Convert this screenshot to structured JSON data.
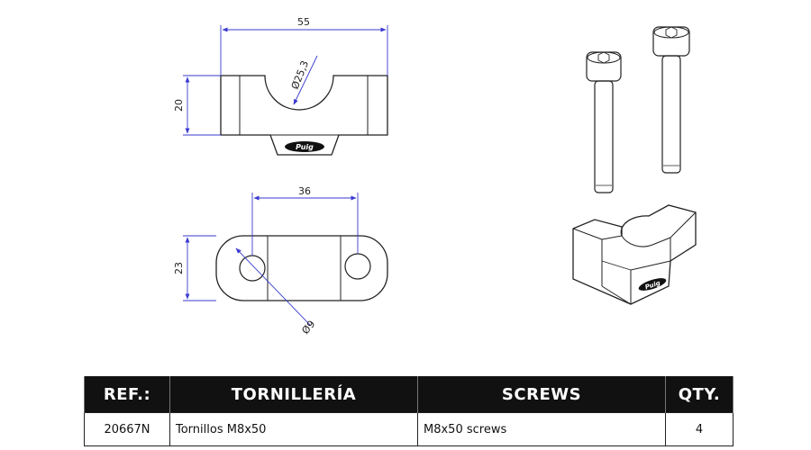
{
  "drawing": {
    "front_view": {
      "width_label": "55",
      "height_label": "20",
      "bore_label": "Ø25,3",
      "logo_text": "Puig"
    },
    "bottom_view": {
      "hole_spacing_label": "36",
      "height_label": "23",
      "hole_diameter_label": "Ø9"
    },
    "iso_view": {
      "logo_text": "Puig"
    }
  },
  "table": {
    "headers": {
      "ref": "REF.:",
      "tornilleria": "TORNILLERÍA",
      "screws": "SCREWS",
      "qty": "QTY."
    },
    "row": {
      "ref": "20667N",
      "tornilleria": "Tornillos M8x50",
      "screws": "M8x50 screws",
      "qty": "4"
    }
  },
  "colors": {
    "header_bg": "#111111",
    "header_text": "#ffffff",
    "dimension_line": "#3a3ad0",
    "outline": "#222222"
  }
}
